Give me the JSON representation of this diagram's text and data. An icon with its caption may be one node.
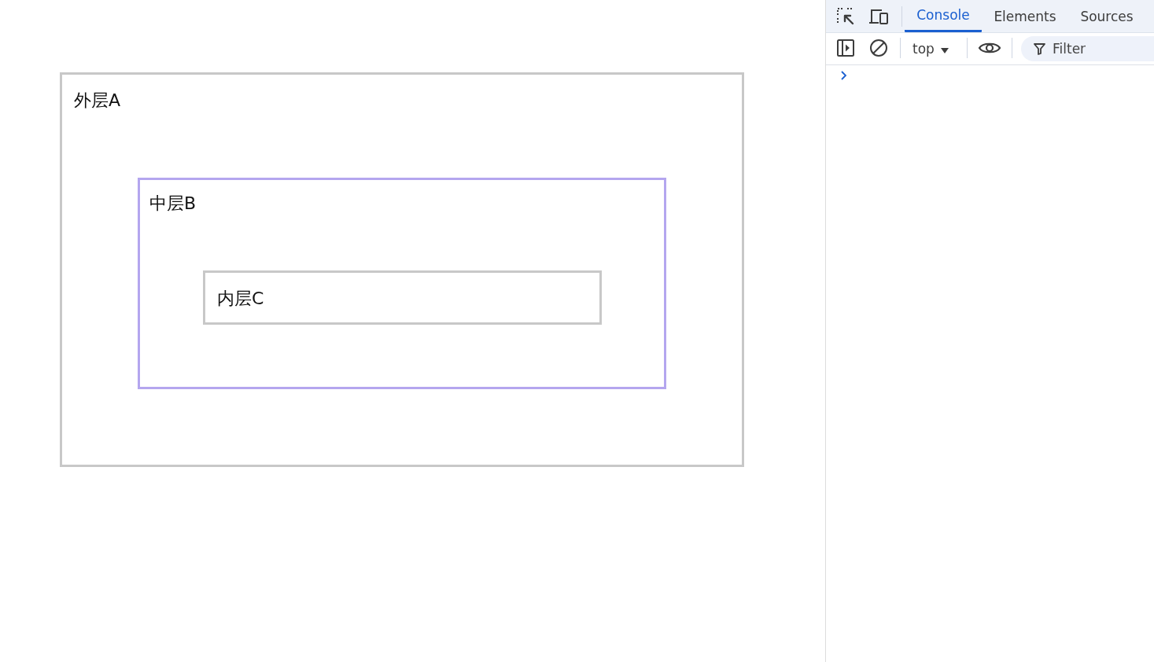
{
  "diagram": {
    "nodes": [
      {
        "text": [
          "外层A"
        ]
      },
      {
        "text": [
          "中层B"
        ],
        "in": 0
      },
      {
        "text": [
          "内层C"
        ],
        "in": 1
      }
    ],
    "labels": [
      "Console",
      "Elements",
      "Sources",
      "top",
      "Filter"
    ]
  }
}
